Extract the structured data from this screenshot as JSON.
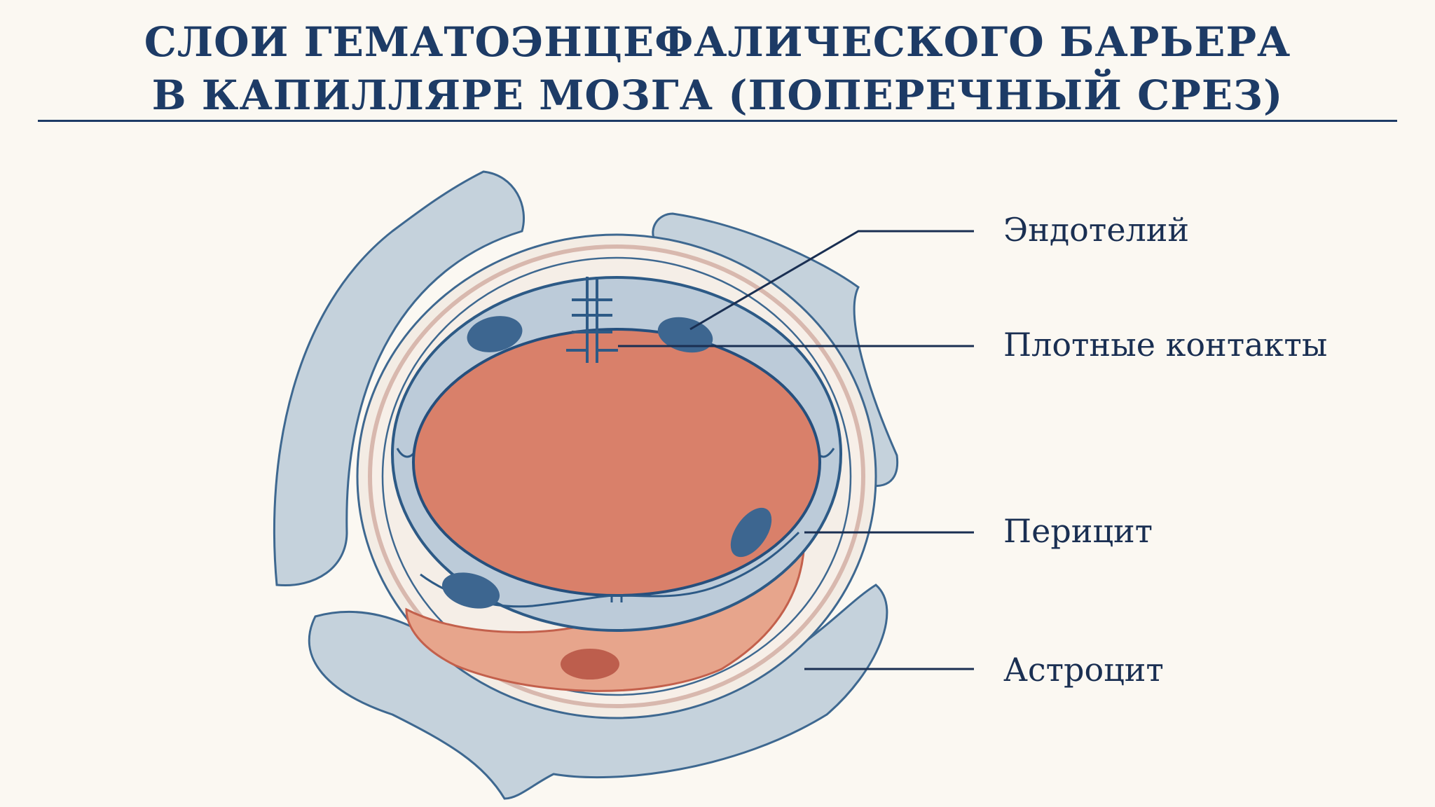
{
  "title": {
    "line1": "СЛОИ ГЕМАТОЭНЦЕФАЛИЧЕСКОГО БАРЬЕРА",
    "line2": "В КАПИЛЛЯРЕ МОЗГА (ПОПЕРЕЧНЫЙ СРЕЗ)"
  },
  "labels": {
    "endothelium": "Эндотелий",
    "tight_junctions": "Плотные контакты",
    "pericyte": "Перицит",
    "astrocyte": "Астроцит"
  },
  "colors": {
    "background": "#fbf8f2",
    "title": "#1d3b66",
    "outline": "#2d5a86",
    "astrocyte_fill": "#c5d2dc",
    "endothelium_fill": "#bccbd9",
    "nucleus": "#3d6690",
    "lumen": "#d9806a",
    "pericyte": "#e7a58c",
    "pericyte_nucleus": "#bd5e4d"
  }
}
